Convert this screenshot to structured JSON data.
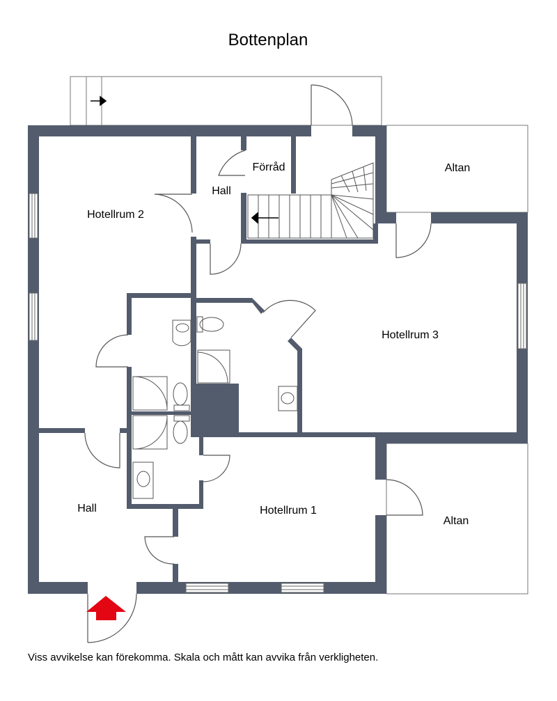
{
  "title": "Bottenplan",
  "rooms": {
    "hotellrum_1": "Hotellrum 1",
    "hotellrum_2": "Hotellrum 2",
    "hotellrum_3": "Hotellrum 3",
    "hall_upper": "Hall",
    "hall_lower": "Hall",
    "forrad": "Förråd",
    "altan_upper": "Altan",
    "altan_lower": "Altan"
  },
  "disclaimer": "Viss avvikelse kan förekomma. Skala och mått kan avvika från verkligheten.",
  "colors": {
    "wall": "#535c6d",
    "line": "#555555",
    "entrance_arrow": "#e30613",
    "background": "#ffffff"
  }
}
